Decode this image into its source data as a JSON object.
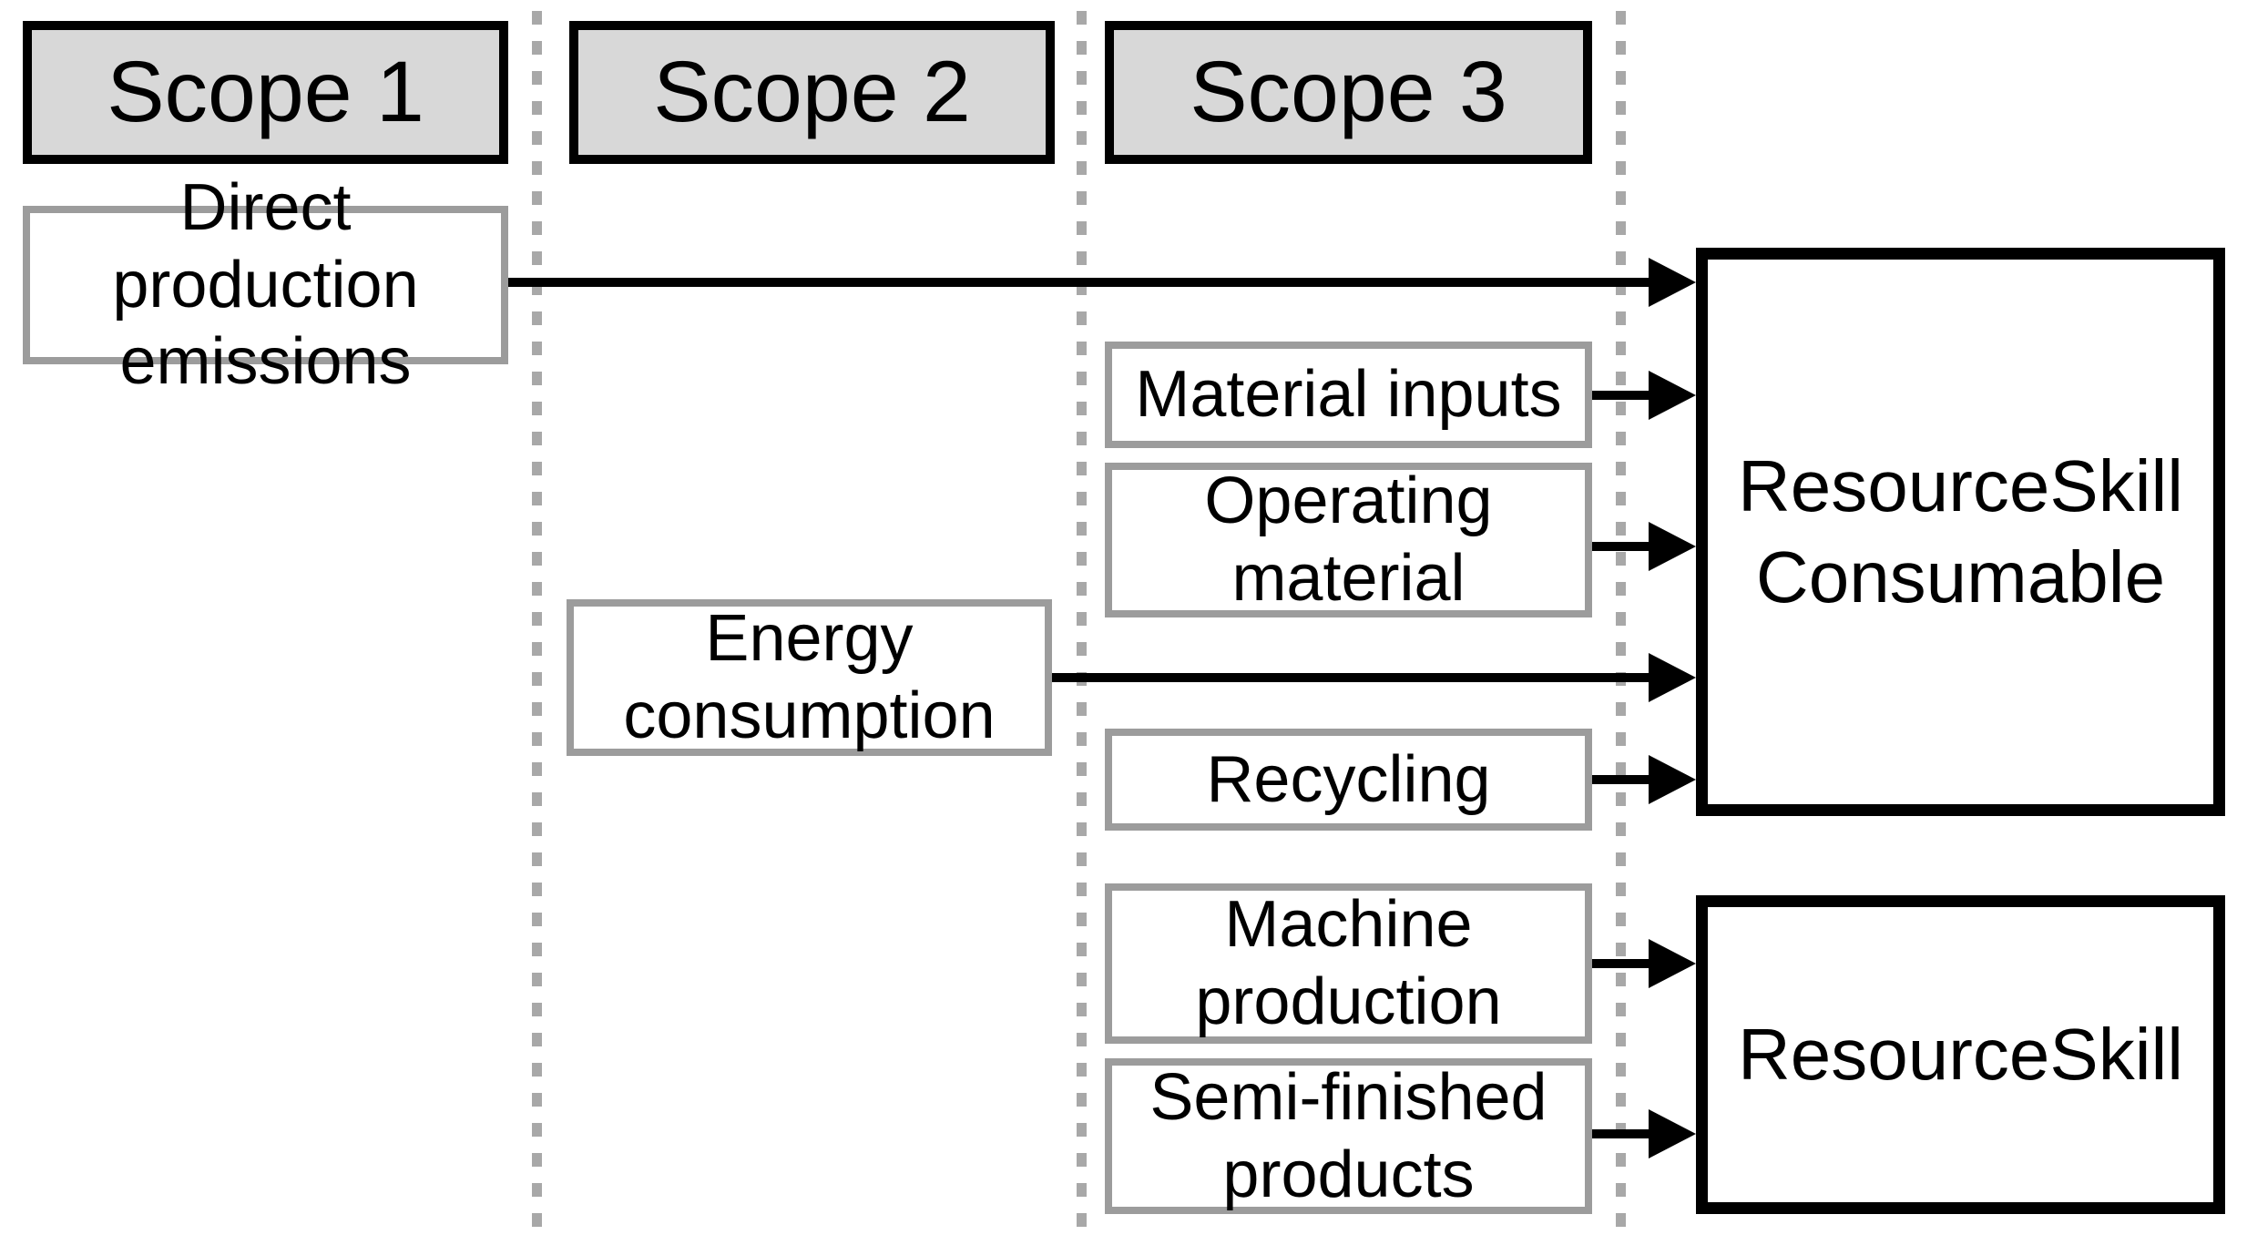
{
  "diagram": {
    "scopes": [
      {
        "label": "Scope 1"
      },
      {
        "label": "Scope 2"
      },
      {
        "label": "Scope 3"
      }
    ],
    "sources": [
      {
        "label": "Direct production\nemissions",
        "scope": "Scope 1",
        "flows_to": "ResourceSkill Consumable"
      },
      {
        "label": "Energy\nconsumption",
        "scope": "Scope 2",
        "flows_to": "ResourceSkill Consumable"
      },
      {
        "label": "Material inputs",
        "scope": "Scope 3",
        "flows_to": "ResourceSkill Consumable"
      },
      {
        "label": "Operating\nmaterial",
        "scope": "Scope 3",
        "flows_to": "ResourceSkill Consumable"
      },
      {
        "label": "Recycling",
        "scope": "Scope 3",
        "flows_to": "ResourceSkill Consumable"
      },
      {
        "label": "Machine\nproduction",
        "scope": "Scope 3",
        "flows_to": "ResourceSkill"
      },
      {
        "label": "Semi-finished\nproducts",
        "scope": "Scope 3",
        "flows_to": "ResourceSkill"
      }
    ],
    "targets": [
      {
        "label": "ResourceSkill\nConsumable"
      },
      {
        "label": "ResourceSkill"
      }
    ],
    "colors": {
      "header_fill": "#d8d8d8",
      "header_border": "#000000",
      "source_border": "#9c9c9c",
      "source_fill": "#ffffff",
      "target_border": "#000000",
      "divider": "#a8a8a8",
      "arrow": "#000000",
      "background": "#ffffff"
    }
  }
}
